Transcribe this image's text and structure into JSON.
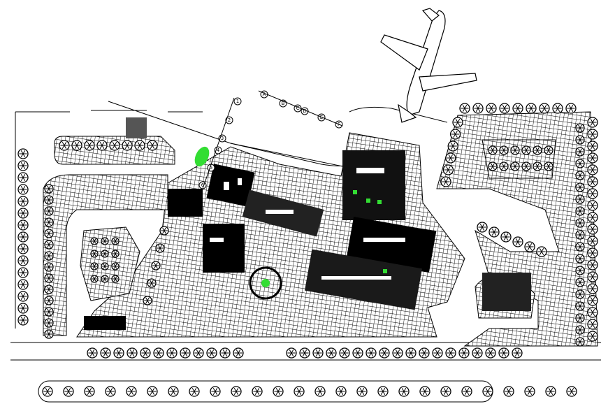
{
  "drawing": {
    "type": "site-plan",
    "grid_labels_top": [
      "A",
      "B",
      "C",
      "D",
      "E",
      "F"
    ],
    "grid_labels_left": [
      "1",
      "2",
      "3",
      "4",
      "5",
      "6"
    ],
    "colors": {
      "lines": "#000000",
      "background": "#ffffff",
      "highlight": "#33dd33"
    }
  }
}
